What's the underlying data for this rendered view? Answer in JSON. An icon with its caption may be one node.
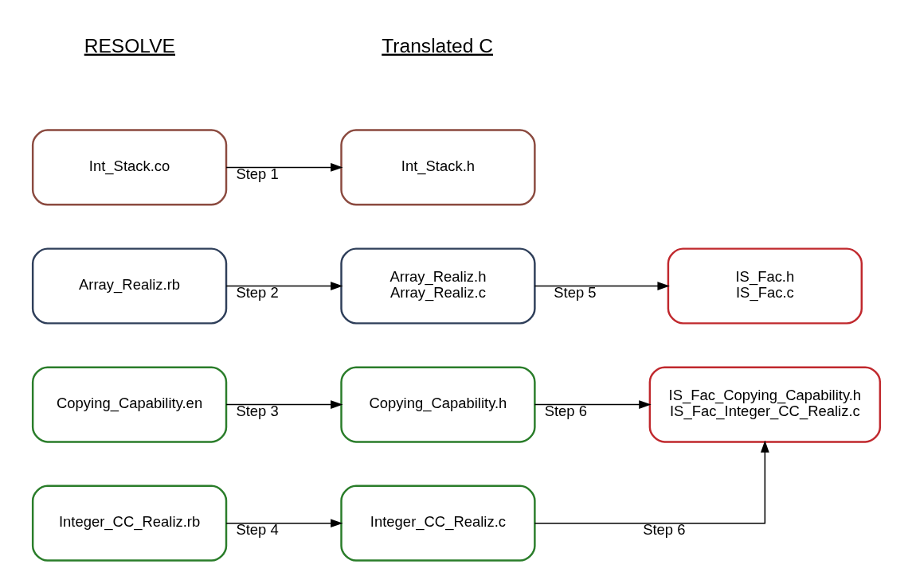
{
  "diagram": {
    "nodes": [
      {
        "text": [
          "Int_Stack.co"
        ]
      },
      {
        "text": [
          "Int_Stack.h"
        ]
      },
      {
        "text": [
          "Array_Realiz.rb"
        ]
      },
      {
        "text": [
          "Array_Realiz.h",
          "Array_Realiz.c"
        ]
      },
      {
        "text": [
          "IS_Fac.h",
          "IS_Fac.c"
        ]
      },
      {
        "text": [
          "Copying_Capability.en"
        ]
      },
      {
        "text": [
          "Copying_Capability.h"
        ]
      },
      {
        "text": [
          "IS_Fac_Copying_Capability.h",
          "IS_Fac_Integer_CC_Realiz.c"
        ]
      },
      {
        "text": [
          "Integer_CC_Realiz.rb"
        ]
      },
      {
        "text": [
          "Integer_CC_Realiz.c"
        ]
      }
    ],
    "edges": [
      {
        "from": 0,
        "to": 1,
        "arrow": "to",
        "label": "Step 1"
      },
      {
        "from": 2,
        "to": 3,
        "arrow": "to",
        "label": "Step 2"
      },
      {
        "from": 3,
        "to": 4,
        "arrow": "to",
        "label": "Step 5"
      },
      {
        "from": 5,
        "to": 6,
        "arrow": "to",
        "label": "Step 3"
      },
      {
        "from": 6,
        "to": 7,
        "arrow": "to",
        "label": "Step 6"
      },
      {
        "from": 8,
        "to": 9,
        "arrow": "to",
        "label": "Step 4"
      },
      {
        "from": 9,
        "to": 7,
        "arrow": "to",
        "label": "Step 6"
      }
    ],
    "labels": [
      "RESOLVE",
      "Translated C"
    ]
  }
}
